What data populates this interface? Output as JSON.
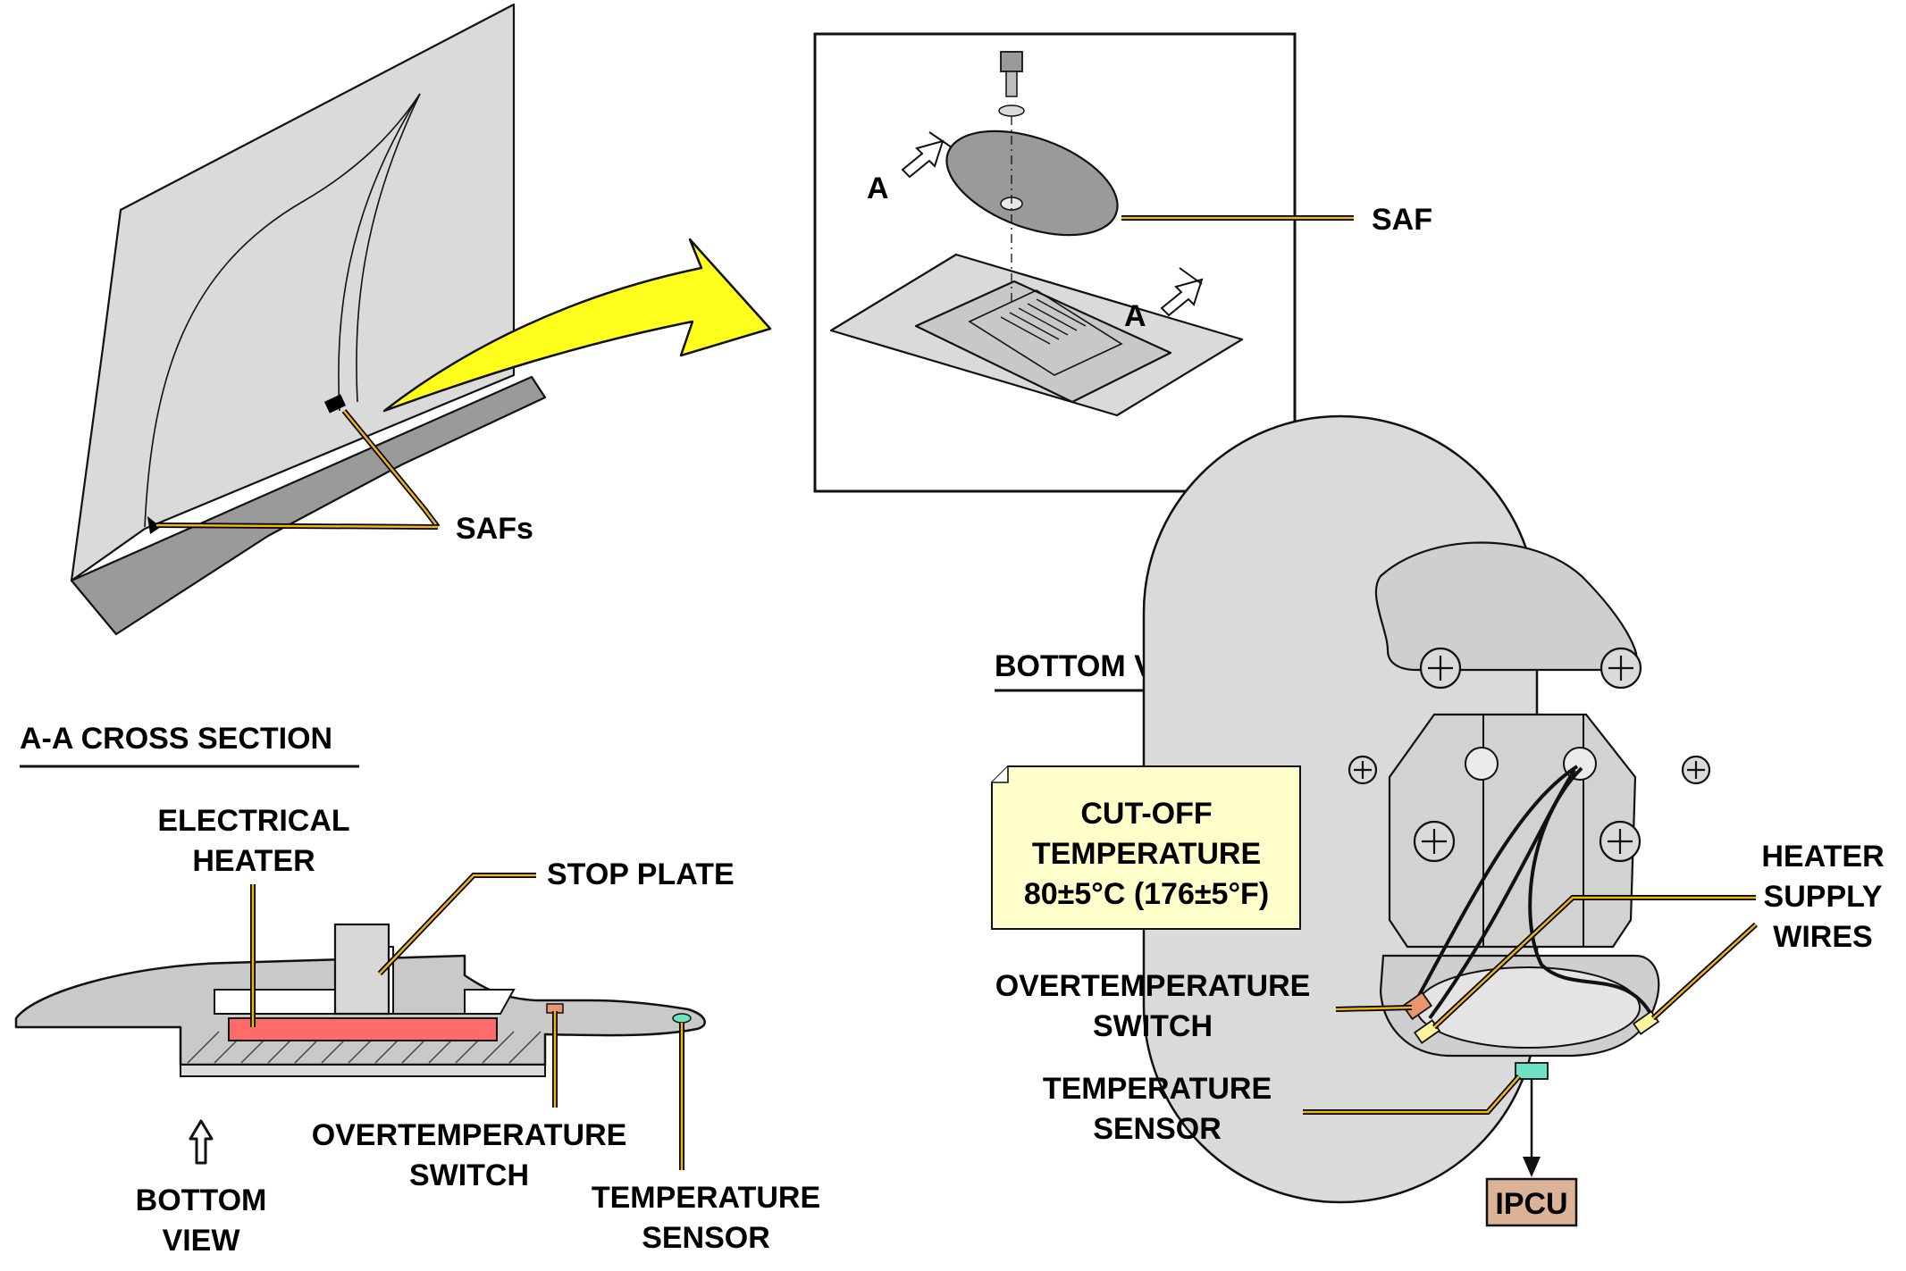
{
  "labels": {
    "safs": "SAFs",
    "saf": "SAF",
    "view_a_top": "A",
    "view_a_bottom": "A",
    "section_title": "A-A CROSS SECTION",
    "electrical_heater_1": "ELECTRICAL",
    "electrical_heater_2": "HEATER",
    "stop_plate": "STOP PLATE",
    "overtemp_section_1": "OVERTEMPERATURE",
    "overtemp_section_2": "SWITCH",
    "temp_sensor_section_1": "TEMPERATURE",
    "temp_sensor_section_2": "SENSOR",
    "bottom_view_arrow_1": "BOTTOM",
    "bottom_view_arrow_2": "VIEW",
    "bottom_view_title": "BOTTOM VIEW",
    "note_1": "CUT-OFF",
    "note_2": "TEMPERATURE",
    "note_3": "80±5°C (176±5°F)",
    "heater_supply_1": "HEATER",
    "heater_supply_2": "SUPPLY",
    "heater_supply_3": "WIRES",
    "overtemp_bottom_1": "OVERTEMPERATURE",
    "overtemp_bottom_2": "SWITCH",
    "temp_sensor_bottom_1": "TEMPERATURE",
    "temp_sensor_bottom_2": "SENSOR",
    "ipcu": "IPCU"
  },
  "colors": {
    "panel_gray": "#dadada",
    "floor_gray": "#9a9a9a",
    "callout_arrow": "#ffff1e",
    "leader_orange": "#f3b313",
    "heater_red": "#ff6b6b",
    "overtemp_switch": "#e9956d",
    "temp_sensor": "#6fe2c2",
    "wire_connector": "#fff59a",
    "note_fill": "#ffffcc",
    "ipcu_fill": "#ddb397"
  }
}
